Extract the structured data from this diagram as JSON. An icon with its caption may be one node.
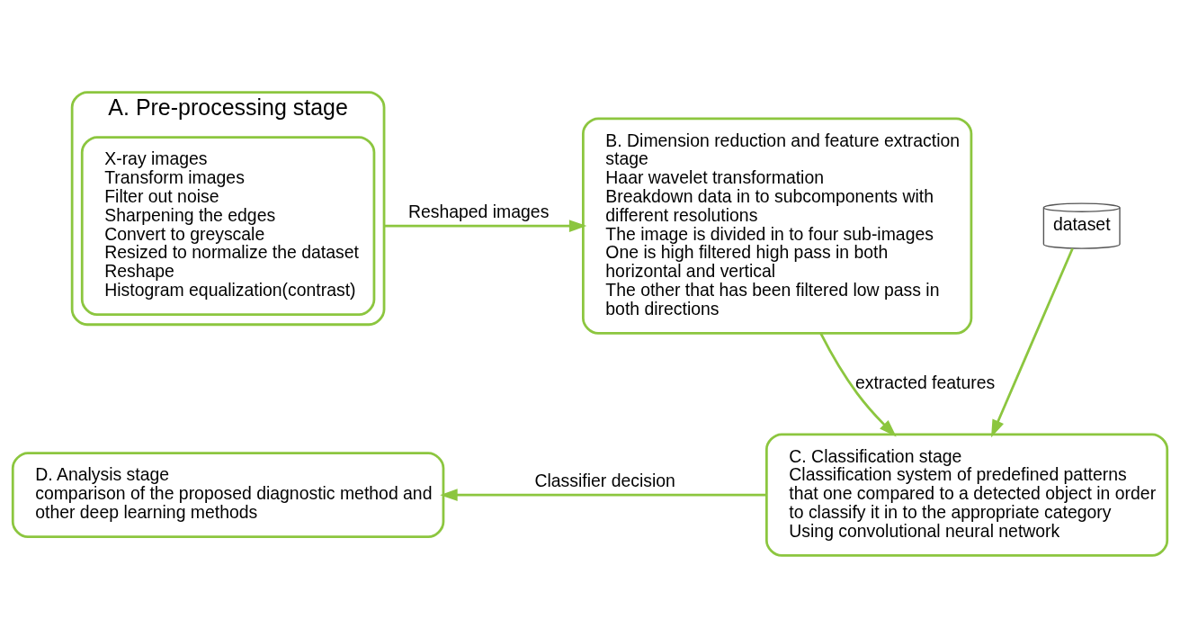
{
  "diagram": {
    "nodes": [
      {
        "text": [
          "A. Pre-processing stage"
        ]
      },
      {
        "text": [
          "X-ray images",
          "Transform images",
          "Filter out noise",
          "Sharpening the edges",
          "Convert to greyscale",
          "Resized to normalize the dataset",
          "Reshape",
          "Histogram equalization(contrast)"
        ],
        "in": 0
      },
      {
        "text": [
          "B. Dimension reduction and feature extraction stage",
          "Haar wavelet transformation",
          "Breakdown data in to subcomponents with different resolutions",
          "The image is divided in to four sub-images",
          "One is high filtered high pass in both horizontal and vertical",
          "The other that has been filtered low pass in both directions"
        ]
      },
      {
        "text": [
          "dataset"
        ]
      },
      {
        "text": [
          "C. Classification stage",
          "Classification system of predefined patterns that one compared to a detected object in order to classify it in to the appropriate category Using convolutional neural network"
        ]
      },
      {
        "text": [
          "D. Analysis stage",
          "comparison of the proposed diagnostic method and other deep learning methods"
        ]
      }
    ],
    "edges": [
      {
        "from": 0,
        "to": 2,
        "arrow": "to",
        "label": "Reshaped images"
      },
      {
        "from": 2,
        "to": 4,
        "arrow": "to",
        "label": "extracted features"
      },
      {
        "from": 3,
        "to": 4,
        "arrow": "to"
      },
      {
        "from": 4,
        "to": 5,
        "arrow": "to",
        "label": "Classifier decision"
      }
    ]
  }
}
